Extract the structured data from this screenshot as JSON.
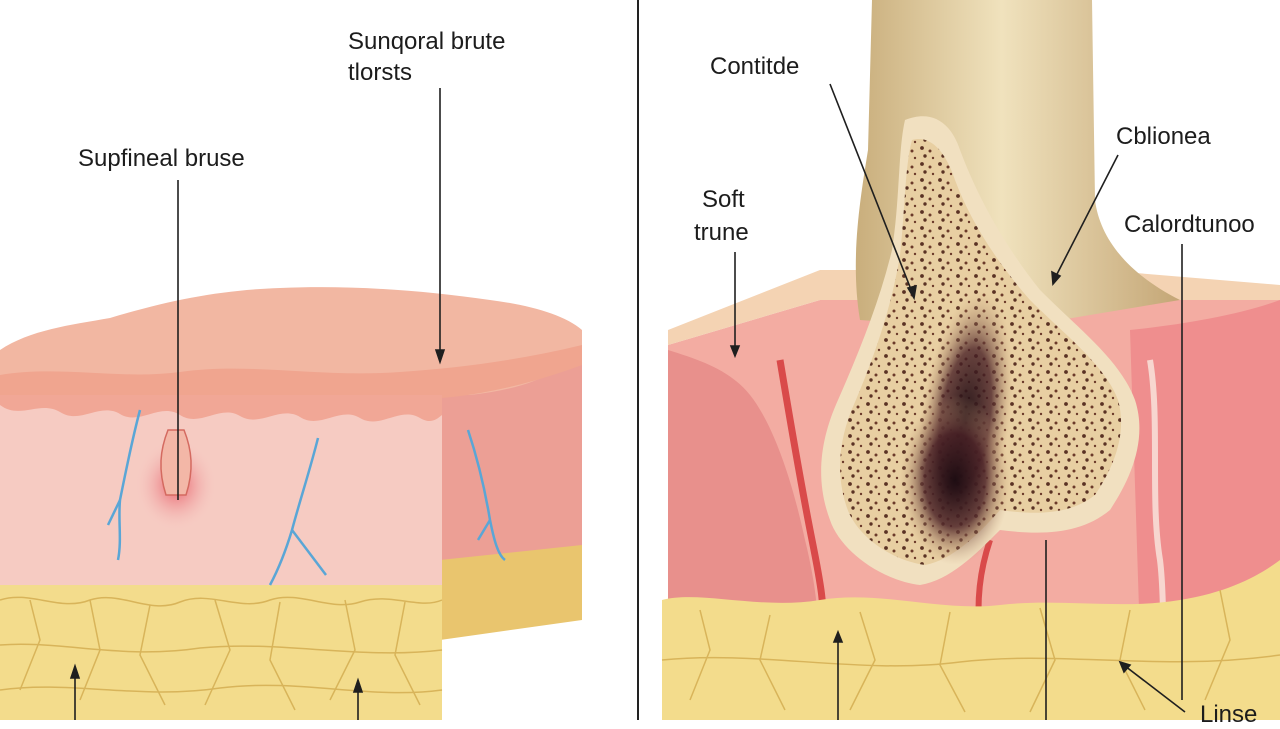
{
  "left_panel": {
    "label_top_line1": "Sunqoral brute",
    "label_top_line2": "tlorsts",
    "label_middle": "Supfineal bruse"
  },
  "right_panel": {
    "label_contute": "Contitde",
    "label_soft_line1": "Soft",
    "label_soft_line2": "trune",
    "label_chlionea": "Cblionea",
    "label_calord": "Calordtunoo",
    "label_bottom": "Linse"
  },
  "colors": {
    "skin_top": "#f2b7a2",
    "dermis": "#f5c6bc",
    "fat": "#f3dc8c",
    "muscle": "#e58a8a",
    "bone": "#e3cf9f",
    "bruise": "#2a1418",
    "vein": "#5aa6d6"
  }
}
